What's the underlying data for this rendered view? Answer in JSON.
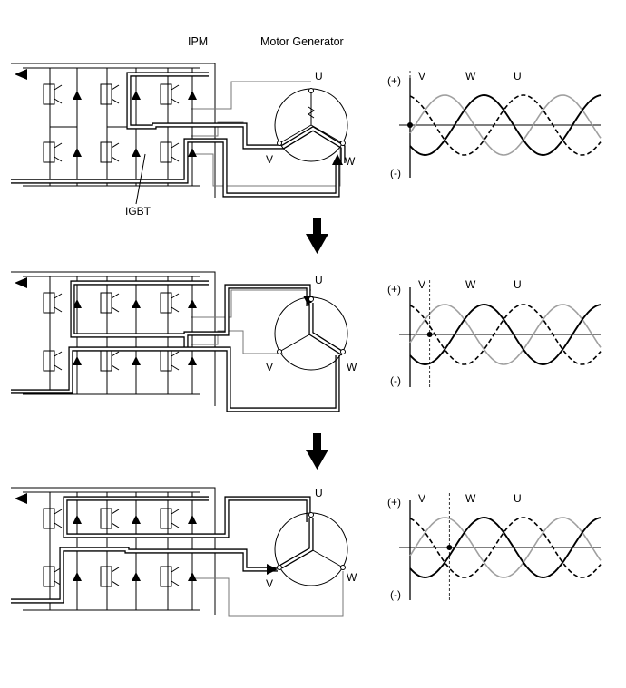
{
  "headers": {
    "ipm": "IPM",
    "motor_generator": "Motor Generator"
  },
  "component_label": {
    "igbt": "IGBT"
  },
  "phase_labels": {
    "u": "U",
    "v": "V",
    "w": "W"
  },
  "axis_labels": {
    "plus": "(+)",
    "minus": "(-)"
  },
  "colors": {
    "line": "#000000",
    "gray_wave": "#a0a0a0",
    "background": "#ffffff"
  },
  "stages": [
    {
      "stage": 1,
      "current_path": "V-W",
      "marker_phase_deg": 0
    },
    {
      "stage": 2,
      "current_path": "U-W",
      "marker_phase_deg": 60
    },
    {
      "stage": 3,
      "current_path": "U-V",
      "marker_phase_deg": 120
    }
  ],
  "waveforms": {
    "U": {
      "style": "solid black",
      "phase_offset_deg": 0
    },
    "V": {
      "style": "solid gray",
      "phase_offset_deg": 120
    },
    "W": {
      "style": "dashed black",
      "phase_offset_deg": 240
    }
  }
}
